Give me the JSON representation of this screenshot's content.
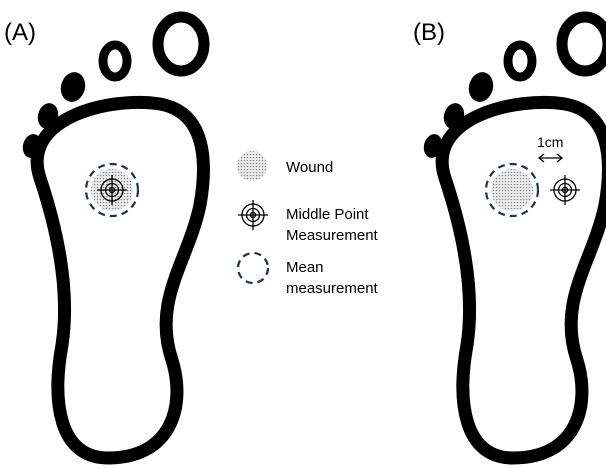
{
  "panels": {
    "a_label": "(A)",
    "b_label": "(B)"
  },
  "legend": {
    "wound": "Wound",
    "middle_point_line1": "Middle Point",
    "middle_point_line2": "Measurement",
    "mean_line1": "Mean",
    "mean_line2": "measurement"
  },
  "scale": {
    "label": "1cm"
  },
  "colors": {
    "outline": "#000000",
    "wound_fill": "#c8c8c8",
    "mean_circle": "#1f3350",
    "background": "#ffffff"
  }
}
